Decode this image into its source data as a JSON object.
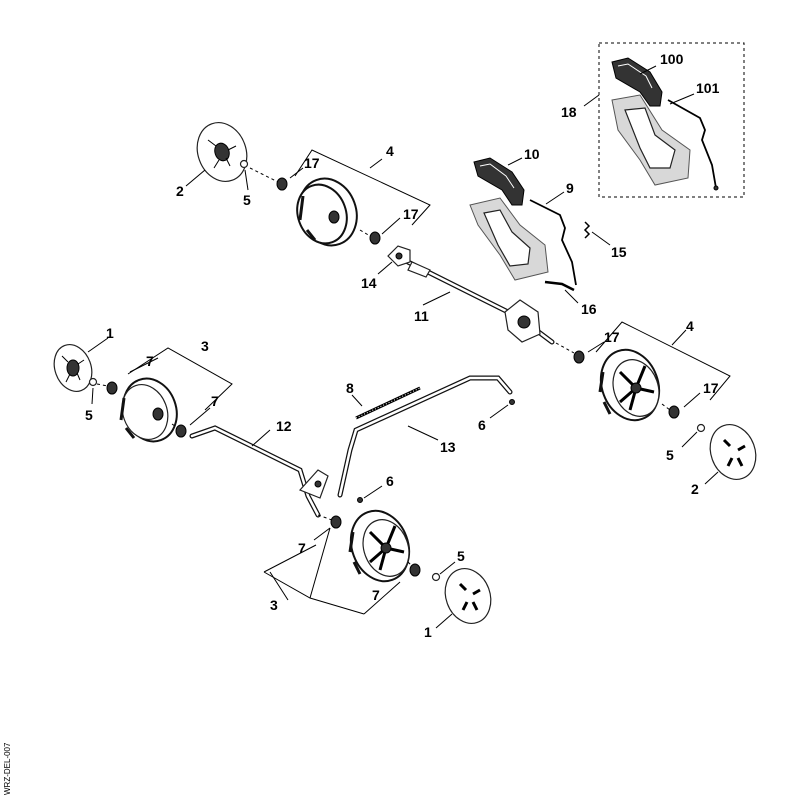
{
  "drawing_code": "WRZ-DEL-007",
  "callouts": {
    "c100": "100",
    "c101": "101",
    "c18": "18",
    "c10": "10",
    "c9": "9",
    "c15": "15",
    "c16": "16",
    "c17a": "17",
    "c4a": "4",
    "c2a": "2",
    "c5a": "5",
    "c17b": "17",
    "c14": "14",
    "c11": "11",
    "c17c": "17",
    "c4b": "4",
    "c17d": "17",
    "c5b": "5",
    "c2b": "2",
    "c1a": "1",
    "c7a": "7",
    "c3a": "3",
    "c5c": "5",
    "c7b": "7",
    "c12": "12",
    "c8": "8",
    "c13": "13",
    "c6a": "6",
    "c6b": "6",
    "c7c": "7",
    "c5d": "5",
    "c3b": "3",
    "c7d": "7",
    "c1b": "1"
  }
}
